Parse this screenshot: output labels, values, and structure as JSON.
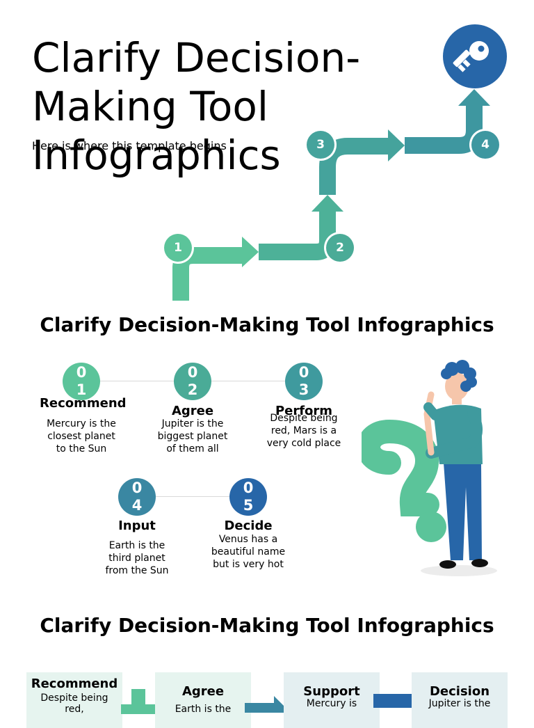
{
  "slide1": {
    "title": "Clarify Decision-Making Tool Infographics",
    "subtitle": "Here is where this template begins",
    "steps": [
      "1",
      "2",
      "3",
      "4"
    ],
    "goal_icon": "key-icon"
  },
  "slide2": {
    "title": "Clarify Decision-Making Tool Infographics",
    "steps": [
      {
        "num_a": "0",
        "num_b": "1",
        "title": "Recommend",
        "desc": "Mercury is the closest planet to the Sun",
        "color": "#5bc49a"
      },
      {
        "num_a": "0",
        "num_b": "2",
        "title": "Agree",
        "desc": "Jupiter is the biggest planet of them all",
        "color": "#4aab97"
      },
      {
        "num_a": "0",
        "num_b": "3",
        "title": "Perform",
        "desc": "Despite being red, Mars is a very cold place",
        "color": "#3f9a9e"
      },
      {
        "num_a": "0",
        "num_b": "4",
        "title": "Input",
        "desc": "Earth is the third planet from the Sun",
        "color": "#3a87a2"
      },
      {
        "num_a": "0",
        "num_b": "5",
        "title": "Decide",
        "desc": "Venus has a beautiful name but is very hot",
        "color": "#2766a8"
      }
    ],
    "illustration": "thinking-person-with-question-mark"
  },
  "slide3": {
    "title": "Clarify Decision-Making Tool Infographics",
    "cards": [
      {
        "title": "Recommend",
        "desc": "Despite being red,",
        "bg": "#e6f4ef"
      },
      {
        "title": "Agree",
        "desc": "Earth is the",
        "bg": "#e6f4ef"
      },
      {
        "title": "Support",
        "desc": "Mercury is",
        "bg": "#e4eff1"
      },
      {
        "title": "Decision",
        "desc": "Jupiter is the",
        "bg": "#e4eff1"
      }
    ],
    "symbols": [
      "plus-icon",
      "arrow-right-icon",
      "minus-icon"
    ]
  },
  "colors": {
    "green": "#5bc49a",
    "teal": "#4aa39a",
    "blue": "#2766a8"
  }
}
